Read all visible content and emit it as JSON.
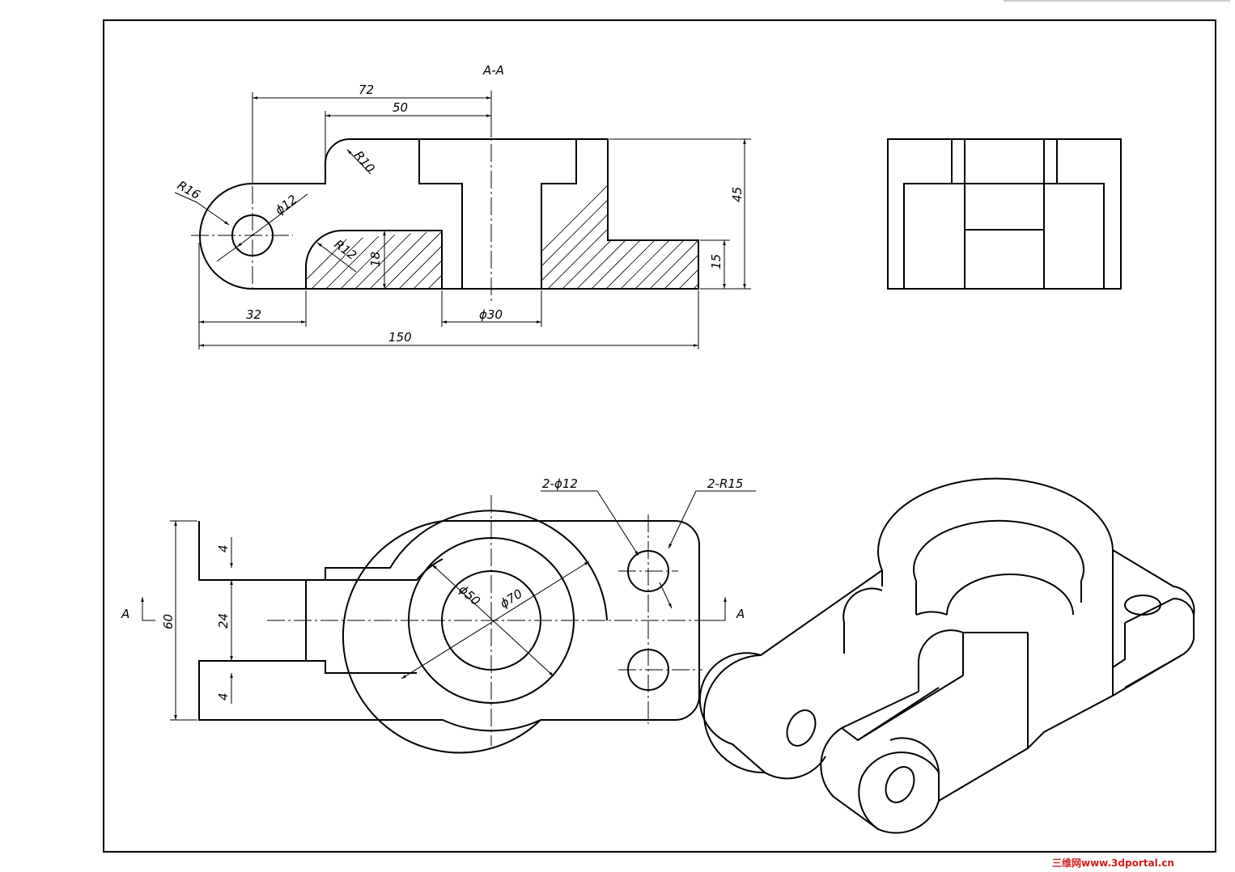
{
  "section_label": "A-A",
  "dimensions": {
    "d72": "72",
    "d50": "50",
    "r10": "R10",
    "r16": "R16",
    "phi12": "ϕ12",
    "r12": "R12",
    "d18": "18",
    "d45": "45",
    "d15": "15",
    "d32": "32",
    "phi30": "ϕ30",
    "d150": "150",
    "holes": "2-ϕ12",
    "radii": "2-R15",
    "phi50": "ϕ50",
    "phi70": "ϕ70",
    "d4a": "4",
    "d24": "24",
    "d4b": "4",
    "d60": "60"
  },
  "cut_marks": {
    "left": "A",
    "right": "A"
  },
  "watermark": "三维网www.3dportal.cn"
}
